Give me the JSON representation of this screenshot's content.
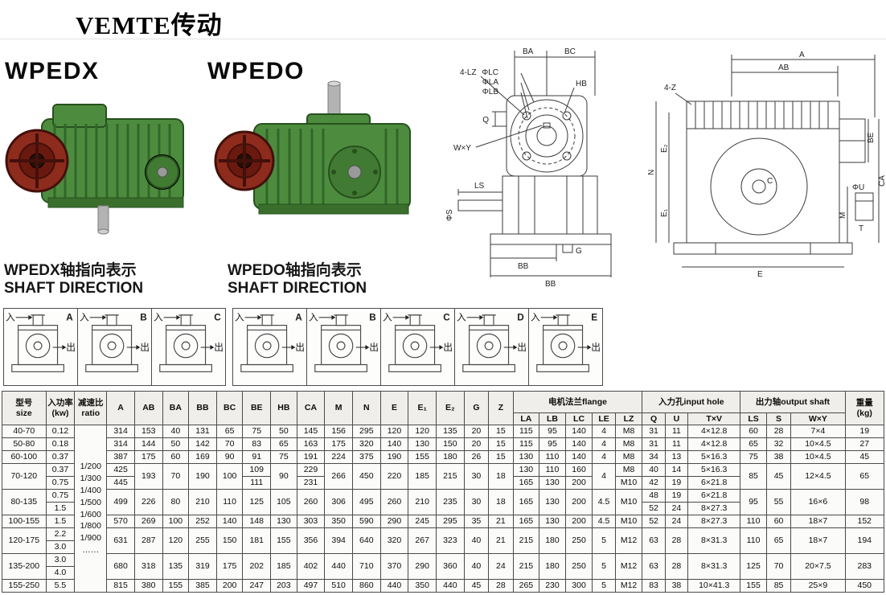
{
  "brand": "VEMTE传动",
  "products": [
    {
      "title": "WPEDX"
    },
    {
      "title": "WPEDO"
    }
  ],
  "labels": {
    "in": "入",
    "out": "出"
  },
  "shaft_direction": [
    {
      "title_cn": "WPEDX轴指向表示",
      "title_en": "SHAFT DIRECTION",
      "variants": [
        {
          "letter": "A"
        },
        {
          "letter": "B"
        },
        {
          "letter": "C"
        }
      ]
    },
    {
      "title_cn": "WPEDO轴指向表示",
      "title_en": "SHAFT DIRECTION",
      "variants": [
        {
          "letter": "A"
        },
        {
          "letter": "B"
        },
        {
          "letter": "C"
        },
        {
          "letter": "D"
        },
        {
          "letter": "E"
        }
      ]
    }
  ],
  "drawing_front": {
    "ba": "BA",
    "bc": "BC",
    "lc": "ΦLC",
    "la": "ΦLA",
    "lb": "ΦLB",
    "hb": "HB",
    "lz4": "4-LZ",
    "q": "Q",
    "wxy": "W×Y",
    "s": "ΦS",
    "ls": "LS",
    "bb1": "BB",
    "bb2": "BB",
    "g": "G"
  },
  "drawing_side": {
    "a": "A",
    "ab": "AB",
    "z4": "4-Z",
    "be": "BE",
    "ca": "CA",
    "e2": "E₂",
    "n": "N",
    "e1": "E₁",
    "c": "C",
    "m": "M",
    "e": "E",
    "u": "ΦU",
    "t": "T"
  },
  "table": {
    "header": [
      [
        {
          "t": "型号\nsize",
          "r": 2
        },
        {
          "t": "入功率\n(kw)",
          "r": 2
        },
        {
          "t": "减速比\nratio",
          "r": 2
        },
        {
          "t": "A",
          "r": 2
        },
        {
          "t": "AB",
          "r": 2
        },
        {
          "t": "BA",
          "r": 2
        },
        {
          "t": "BB",
          "r": 2
        },
        {
          "t": "BC",
          "r": 2
        },
        {
          "t": "BE",
          "r": 2
        },
        {
          "t": "HB",
          "r": 2
        },
        {
          "t": "CA",
          "r": 2
        },
        {
          "t": "M",
          "r": 2
        },
        {
          "t": "N",
          "r": 2
        },
        {
          "t": "E",
          "r": 2
        },
        {
          "t": "E₁",
          "r": 2
        },
        {
          "t": "E₂",
          "r": 2
        },
        {
          "t": "G",
          "r": 2
        },
        {
          "t": "Z",
          "r": 2
        },
        {
          "t": "电机法兰flange",
          "c": 5
        },
        {
          "t": "入力孔input hole",
          "c": 3
        },
        {
          "t": "出力轴output shaft",
          "c": 3
        },
        {
          "t": "重量\n(kg)",
          "r": 2
        }
      ],
      [
        {
          "t": "LA"
        },
        {
          "t": "LB"
        },
        {
          "t": "LC"
        },
        {
          "t": "LE"
        },
        {
          "t": "LZ"
        },
        {
          "t": "Q"
        },
        {
          "t": "U"
        },
        {
          "t": "T×V"
        },
        {
          "t": "LS"
        },
        {
          "t": "S"
        },
        {
          "t": "W×Y"
        }
      ]
    ],
    "rows": [
      [
        {
          "t": "40-70"
        },
        {
          "t": "0.12"
        },
        {
          "t": "1/200\n1/300\n1/400\n1/500\n1/600\n1/800\n1/900\n……",
          "r": 13,
          "cls": "ratio"
        },
        {
          "t": "314"
        },
        {
          "t": "153"
        },
        {
          "t": "40"
        },
        {
          "t": "131"
        },
        {
          "t": "65"
        },
        {
          "t": "75"
        },
        {
          "t": "50"
        },
        {
          "t": "145"
        },
        {
          "t": "156"
        },
        {
          "t": "295"
        },
        {
          "t": "120"
        },
        {
          "t": "120"
        },
        {
          "t": "135"
        },
        {
          "t": "20"
        },
        {
          "t": "15"
        },
        {
          "t": "115"
        },
        {
          "t": "95"
        },
        {
          "t": "140"
        },
        {
          "t": "4"
        },
        {
          "t": "M8"
        },
        {
          "t": "31"
        },
        {
          "t": "11"
        },
        {
          "t": "4×12.8"
        },
        {
          "t": "60"
        },
        {
          "t": "28"
        },
        {
          "t": "7×4"
        },
        {
          "t": "19"
        }
      ],
      [
        {
          "t": "50-80"
        },
        {
          "t": "0.18"
        },
        {
          "t": "314"
        },
        {
          "t": "144"
        },
        {
          "t": "50"
        },
        {
          "t": "142"
        },
        {
          "t": "70"
        },
        {
          "t": "83"
        },
        {
          "t": "65"
        },
        {
          "t": "163"
        },
        {
          "t": "175"
        },
        {
          "t": "320"
        },
        {
          "t": "140"
        },
        {
          "t": "130"
        },
        {
          "t": "150"
        },
        {
          "t": "20"
        },
        {
          "t": "15"
        },
        {
          "t": "115"
        },
        {
          "t": "95"
        },
        {
          "t": "140"
        },
        {
          "t": "4"
        },
        {
          "t": "M8"
        },
        {
          "t": "31"
        },
        {
          "t": "11"
        },
        {
          "t": "4×12.8"
        },
        {
          "t": "65"
        },
        {
          "t": "32"
        },
        {
          "t": "10×4.5"
        },
        {
          "t": "27"
        }
      ],
      [
        {
          "t": "60-100"
        },
        {
          "t": "0.37"
        },
        {
          "t": "387"
        },
        {
          "t": "175"
        },
        {
          "t": "60"
        },
        {
          "t": "169"
        },
        {
          "t": "90"
        },
        {
          "t": "91"
        },
        {
          "t": "75"
        },
        {
          "t": "191"
        },
        {
          "t": "224"
        },
        {
          "t": "375"
        },
        {
          "t": "190"
        },
        {
          "t": "155"
        },
        {
          "t": "180"
        },
        {
          "t": "26"
        },
        {
          "t": "15"
        },
        {
          "t": "130"
        },
        {
          "t": "110"
        },
        {
          "t": "140"
        },
        {
          "t": "4"
        },
        {
          "t": "M8"
        },
        {
          "t": "34"
        },
        {
          "t": "13"
        },
        {
          "t": "5×16.3"
        },
        {
          "t": "75"
        },
        {
          "t": "38"
        },
        {
          "t": "10×4.5"
        },
        {
          "t": "45"
        }
      ],
      [
        {
          "t": "70-120",
          "r": 2
        },
        {
          "t": "0.37"
        },
        {
          "t": "425"
        },
        {
          "t": "193",
          "r": 2
        },
        {
          "t": "70",
          "r": 2
        },
        {
          "t": "190",
          "r": 2
        },
        {
          "t": "100",
          "r": 2
        },
        {
          "t": "109"
        },
        {
          "t": "90",
          "r": 2
        },
        {
          "t": "229"
        },
        {
          "t": "266",
          "r": 2
        },
        {
          "t": "450",
          "r": 2
        },
        {
          "t": "220",
          "r": 2
        },
        {
          "t": "185",
          "r": 2
        },
        {
          "t": "215",
          "r": 2
        },
        {
          "t": "30",
          "r": 2
        },
        {
          "t": "18",
          "r": 2
        },
        {
          "t": "130"
        },
        {
          "t": "110"
        },
        {
          "t": "160"
        },
        {
          "t": "4",
          "r": 2
        },
        {
          "t": "M8"
        },
        {
          "t": "40"
        },
        {
          "t": "14"
        },
        {
          "t": "5×16.3"
        },
        {
          "t": "85",
          "r": 2
        },
        {
          "t": "45",
          "r": 2
        },
        {
          "t": "12×4.5",
          "r": 2
        },
        {
          "t": "65",
          "r": 2
        }
      ],
      [
        {
          "t": "0.75"
        },
        {
          "t": "445"
        },
        {
          "t": "111"
        },
        {
          "t": "231"
        },
        {
          "t": "165"
        },
        {
          "t": "130"
        },
        {
          "t": "200"
        },
        {
          "t": "M10"
        },
        {
          "t": "42"
        },
        {
          "t": "19"
        },
        {
          "t": "6×21.8"
        }
      ],
      [
        {
          "t": "80-135",
          "r": 2
        },
        {
          "t": "0.75"
        },
        {
          "t": "499",
          "r": 2
        },
        {
          "t": "226",
          "r": 2
        },
        {
          "t": "80",
          "r": 2
        },
        {
          "t": "210",
          "r": 2
        },
        {
          "t": "110",
          "r": 2
        },
        {
          "t": "125",
          "r": 2
        },
        {
          "t": "105",
          "r": 2
        },
        {
          "t": "260",
          "r": 2
        },
        {
          "t": "306",
          "r": 2
        },
        {
          "t": "495",
          "r": 2
        },
        {
          "t": "260",
          "r": 2
        },
        {
          "t": "210",
          "r": 2
        },
        {
          "t": "235",
          "r": 2
        },
        {
          "t": "30",
          "r": 2
        },
        {
          "t": "18",
          "r": 2
        },
        {
          "t": "165",
          "r": 2
        },
        {
          "t": "130",
          "r": 2
        },
        {
          "t": "200",
          "r": 2
        },
        {
          "t": "4.5",
          "r": 2
        },
        {
          "t": "M10",
          "r": 2
        },
        {
          "t": "48"
        },
        {
          "t": "19"
        },
        {
          "t": "6×21.8"
        },
        {
          "t": "95",
          "r": 2
        },
        {
          "t": "55",
          "r": 2
        },
        {
          "t": "16×6",
          "r": 2
        },
        {
          "t": "98",
          "r": 2
        }
      ],
      [
        {
          "t": "1.5"
        },
        {
          "t": "52"
        },
        {
          "t": "24"
        },
        {
          "t": "8×27.3"
        }
      ],
      [
        {
          "t": "100-155"
        },
        {
          "t": "1.5"
        },
        {
          "t": "570"
        },
        {
          "t": "269"
        },
        {
          "t": "100"
        },
        {
          "t": "252"
        },
        {
          "t": "140"
        },
        {
          "t": "148"
        },
        {
          "t": "130"
        },
        {
          "t": "303"
        },
        {
          "t": "350"
        },
        {
          "t": "590"
        },
        {
          "t": "290"
        },
        {
          "t": "245"
        },
        {
          "t": "295"
        },
        {
          "t": "35"
        },
        {
          "t": "21"
        },
        {
          "t": "165"
        },
        {
          "t": "130"
        },
        {
          "t": "200"
        },
        {
          "t": "4.5"
        },
        {
          "t": "M10"
        },
        {
          "t": "52"
        },
        {
          "t": "24"
        },
        {
          "t": "8×27.3"
        },
        {
          "t": "110"
        },
        {
          "t": "60"
        },
        {
          "t": "18×7"
        },
        {
          "t": "152"
        }
      ],
      [
        {
          "t": "120-175",
          "r": 2
        },
        {
          "t": "2.2"
        },
        {
          "t": "631",
          "r": 2
        },
        {
          "t": "287",
          "r": 2
        },
        {
          "t": "120",
          "r": 2
        },
        {
          "t": "255",
          "r": 2
        },
        {
          "t": "150",
          "r": 2
        },
        {
          "t": "181",
          "r": 2
        },
        {
          "t": "155",
          "r": 2
        },
        {
          "t": "356",
          "r": 2
        },
        {
          "t": "394",
          "r": 2
        },
        {
          "t": "640",
          "r": 2
        },
        {
          "t": "320",
          "r": 2
        },
        {
          "t": "267",
          "r": 2
        },
        {
          "t": "323",
          "r": 2
        },
        {
          "t": "40",
          "r": 2
        },
        {
          "t": "21",
          "r": 2
        },
        {
          "t": "215",
          "r": 2
        },
        {
          "t": "180",
          "r": 2
        },
        {
          "t": "250",
          "r": 2
        },
        {
          "t": "5",
          "r": 2
        },
        {
          "t": "M12",
          "r": 2
        },
        {
          "t": "63",
          "r": 2
        },
        {
          "t": "28",
          "r": 2
        },
        {
          "t": "8×31.3",
          "r": 2
        },
        {
          "t": "110",
          "r": 2
        },
        {
          "t": "65",
          "r": 2
        },
        {
          "t": "18×7",
          "r": 2
        },
        {
          "t": "194",
          "r": 2
        }
      ],
      [
        {
          "t": "3.0"
        }
      ],
      [
        {
          "t": "135-200",
          "r": 2
        },
        {
          "t": "3.0"
        },
        {
          "t": "680",
          "r": 2
        },
        {
          "t": "318",
          "r": 2
        },
        {
          "t": "135",
          "r": 2
        },
        {
          "t": "319",
          "r": 2
        },
        {
          "t": "175",
          "r": 2
        },
        {
          "t": "202",
          "r": 2
        },
        {
          "t": "185",
          "r": 2
        },
        {
          "t": "402",
          "r": 2
        },
        {
          "t": "440",
          "r": 2
        },
        {
          "t": "710",
          "r": 2
        },
        {
          "t": "370",
          "r": 2
        },
        {
          "t": "290",
          "r": 2
        },
        {
          "t": "360",
          "r": 2
        },
        {
          "t": "40",
          "r": 2
        },
        {
          "t": "24",
          "r": 2
        },
        {
          "t": "215",
          "r": 2
        },
        {
          "t": "180",
          "r": 2
        },
        {
          "t": "250",
          "r": 2
        },
        {
          "t": "5",
          "r": 2
        },
        {
          "t": "M12",
          "r": 2
        },
        {
          "t": "63",
          "r": 2
        },
        {
          "t": "28",
          "r": 2
        },
        {
          "t": "8×31.3",
          "r": 2
        },
        {
          "t": "125",
          "r": 2
        },
        {
          "t": "70",
          "r": 2
        },
        {
          "t": "20×7.5",
          "r": 2
        },
        {
          "t": "283",
          "r": 2
        }
      ],
      [
        {
          "t": "4.0"
        }
      ],
      [
        {
          "t": "155-250"
        },
        {
          "t": "5.5"
        },
        {
          "t": "815"
        },
        {
          "t": "380"
        },
        {
          "t": "155"
        },
        {
          "t": "385"
        },
        {
          "t": "200"
        },
        {
          "t": "247"
        },
        {
          "t": "203"
        },
        {
          "t": "497"
        },
        {
          "t": "510"
        },
        {
          "t": "860"
        },
        {
          "t": "440"
        },
        {
          "t": "350"
        },
        {
          "t": "440"
        },
        {
          "t": "45"
        },
        {
          "t": "28"
        },
        {
          "t": "265"
        },
        {
          "t": "230"
        },
        {
          "t": "300"
        },
        {
          "t": "5"
        },
        {
          "t": "M12"
        },
        {
          "t": "83"
        },
        {
          "t": "38"
        },
        {
          "t": "10×41.3"
        },
        {
          "t": "155"
        },
        {
          "t": "85"
        },
        {
          "t": "25×9"
        },
        {
          "t": "450"
        }
      ]
    ]
  }
}
